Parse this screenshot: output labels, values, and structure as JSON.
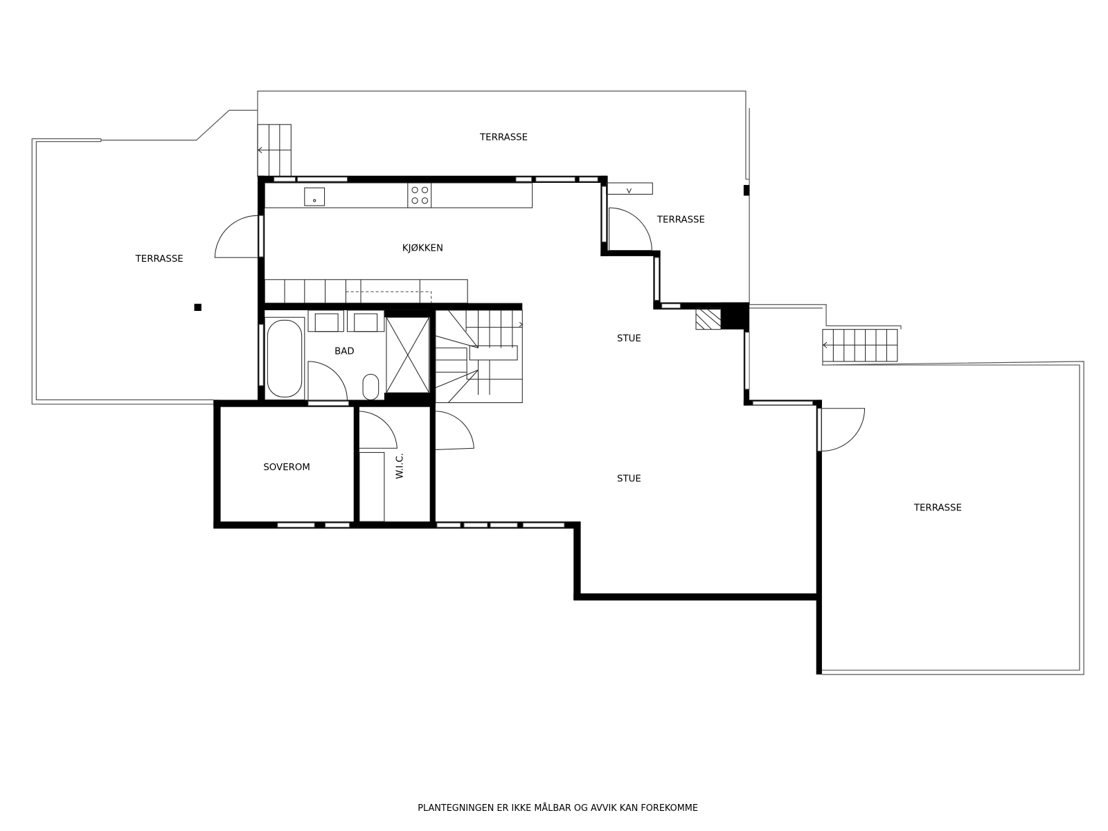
{
  "floorplan": {
    "rooms": [
      {
        "id": "terrasse-top",
        "label": "TERRASSE"
      },
      {
        "id": "terrasse-nw",
        "label": "TERRASSE"
      },
      {
        "id": "terrasse-small",
        "label": "TERRASSE"
      },
      {
        "id": "kjokken",
        "label": "KJØKKEN"
      },
      {
        "id": "bad",
        "label": "BAD"
      },
      {
        "id": "stue-upper",
        "label": "STUE"
      },
      {
        "id": "stue-lower",
        "label": "STUE"
      },
      {
        "id": "soverom",
        "label": "SOVEROM"
      },
      {
        "id": "wic",
        "label": "W.I.C."
      },
      {
        "id": "terrasse-se",
        "label": "TERRASSE"
      }
    ],
    "disclaimer": "PLANTEGNINGEN ER IKKE MÅLBAR OG AVVIK KAN FOREKOMME"
  }
}
